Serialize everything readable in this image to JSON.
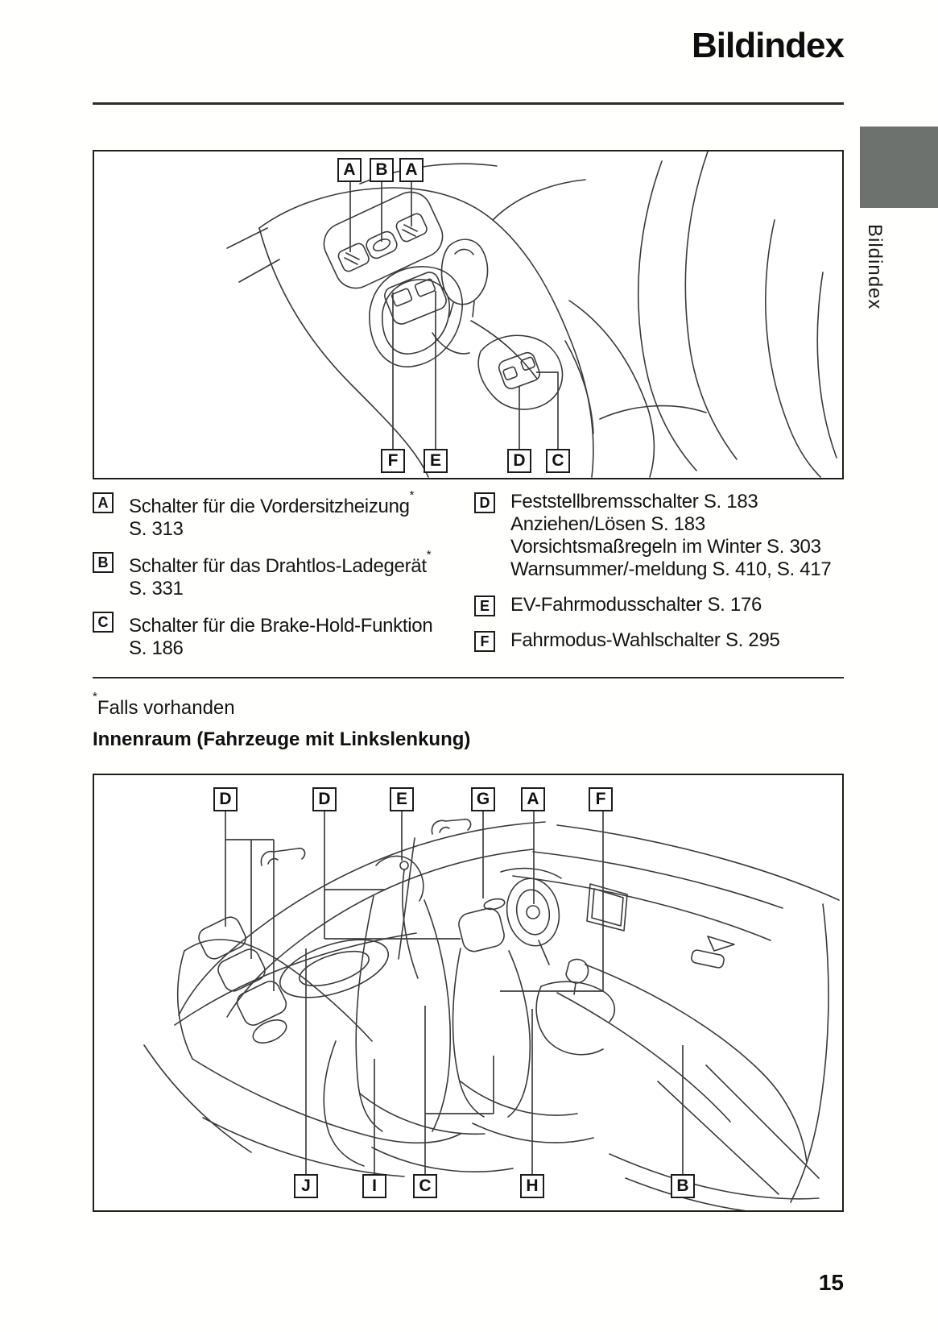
{
  "header": {
    "title": "Bildindex"
  },
  "side_tab": {
    "label": "Bildindex"
  },
  "page_number": "15",
  "figure_console": {
    "top_labels": [
      "A",
      "B",
      "A"
    ],
    "bottom_labels": [
      "F",
      "E",
      "D",
      "C"
    ]
  },
  "legend_left": [
    {
      "letter": "A",
      "text": "Schalter für die Vordersitzheizung",
      "sup": "*",
      "page_ref": "S. 313"
    },
    {
      "letter": "B",
      "text": "Schalter für das Drahtlos-Ladegerät",
      "sup": "*",
      "page_ref": "S. 331"
    },
    {
      "letter": "C",
      "text": "Schalter für die Brake-Hold-Funktion",
      "sup": "",
      "page_ref": "S. 186"
    }
  ],
  "legend_right": [
    {
      "letter": "D",
      "line1": "Feststellbremsschalter S. 183",
      "line2": "Anziehen/Lösen S. 183",
      "line3": "Vorsichtsmaßregeln im Winter S. 303",
      "line4": "Warnsummer/-meldung S. 410, S. 417"
    },
    {
      "letter": "E",
      "line1": "EV-Fahrmodusschalter S. 176"
    },
    {
      "letter": "F",
      "line1": "Fahrmodus-Wahlschalter S. 295"
    }
  ],
  "footnote": {
    "sup": "*",
    "text": "Falls vorhanden"
  },
  "section_heading": "Innenraum (Fahrzeuge mit Linkslenkung)",
  "figure_interior": {
    "top_labels": [
      "D",
      "D",
      "E",
      "G",
      "A",
      "F"
    ],
    "bottom_labels": [
      "J",
      "I",
      "C",
      "H",
      "B"
    ]
  },
  "colors": {
    "tab_gray": "#6d726e",
    "ink": "#161616",
    "line_art": "#3a3a3a"
  }
}
